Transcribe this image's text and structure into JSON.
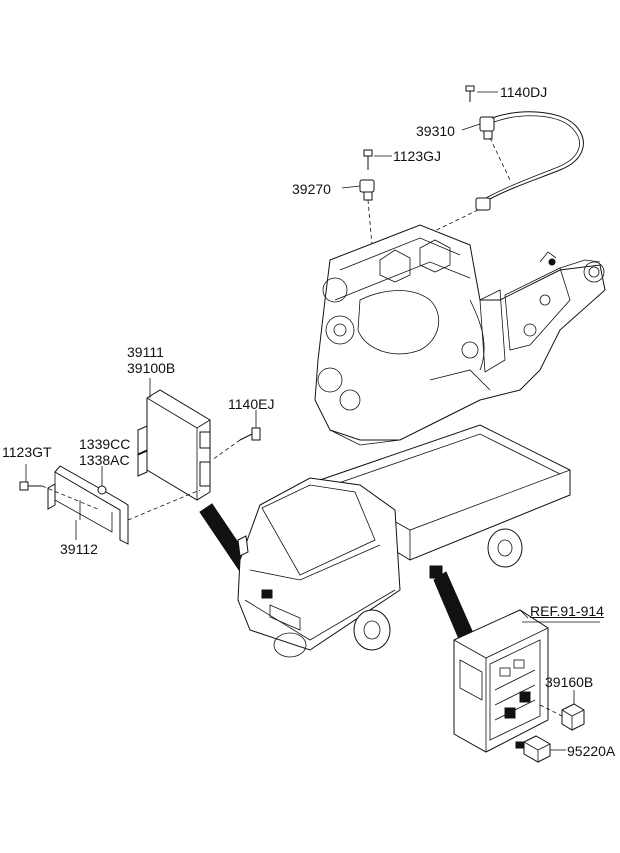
{
  "labels": {
    "p1140DJ": "1140DJ",
    "p39310": "39310",
    "p1123GJ": "1123GJ",
    "p39270": "39270",
    "p39111": "39111",
    "p39100B": "39100B",
    "p1140EJ": "1140EJ",
    "p1123GT": "1123GT",
    "p1339CC": "1339CC",
    "p1338AC": "1338AC",
    "p39112": "39112",
    "ref": "REF.91-914",
    "p39160B": "39160B",
    "p95220A": "95220A"
  }
}
